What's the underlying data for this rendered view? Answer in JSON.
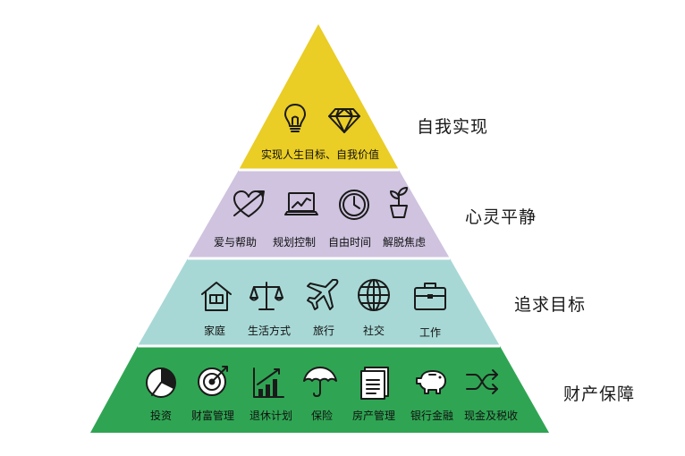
{
  "colors": {
    "tier1": "#EACD25",
    "tier2": "#CFC3DF",
    "tier3": "#A7D8D5",
    "tier4": "#2FA553",
    "ink": "#1a1a1a"
  },
  "tiers": [
    {
      "title": "自我实现",
      "items": [
        {
          "icon": "lightbulb-icon",
          "label": ""
        },
        {
          "icon": "diamond-icon",
          "label": ""
        }
      ],
      "caption": "实现人生目标、自我价值"
    },
    {
      "title": "心灵平静",
      "items": [
        {
          "icon": "heart-arrow-icon",
          "label": "爱与帮助"
        },
        {
          "icon": "laptop-chart-icon",
          "label": "规划控制"
        },
        {
          "icon": "clock-icon",
          "label": "自由时间"
        },
        {
          "icon": "potted-plant-icon",
          "label": "解脱焦虑"
        }
      ]
    },
    {
      "title": "追求目标",
      "items": [
        {
          "icon": "house-icon",
          "label": "家庭"
        },
        {
          "icon": "scales-icon",
          "label": "生活方式"
        },
        {
          "icon": "airplane-icon",
          "label": "旅行"
        },
        {
          "icon": "globe-icon",
          "label": "社交"
        },
        {
          "icon": "briefcase-icon",
          "label": "工作"
        }
      ]
    },
    {
      "title": "财产保障",
      "items": [
        {
          "icon": "pie-chart-icon",
          "label": "投资"
        },
        {
          "icon": "target-icon",
          "label": "财富管理"
        },
        {
          "icon": "bar-chart-icon",
          "label": "退休计划"
        },
        {
          "icon": "umbrella-icon",
          "label": "保险"
        },
        {
          "icon": "document-icon",
          "label": "房产管理"
        },
        {
          "icon": "piggy-bank-icon",
          "label": "银行金融"
        },
        {
          "icon": "shuffle-icon",
          "label": "现金及税收"
        }
      ]
    }
  ]
}
